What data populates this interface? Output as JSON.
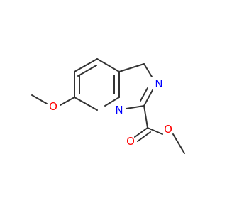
{
  "colors": {
    "bond": "#333333",
    "oxygen": "#ff0000",
    "nitrogen": "#0000ff"
  },
  "atoms": {
    "n_bridge": "N",
    "n_imidazole": "N",
    "o_methoxy": "O",
    "o_carbonyl": "O",
    "o_ester": "O"
  }
}
